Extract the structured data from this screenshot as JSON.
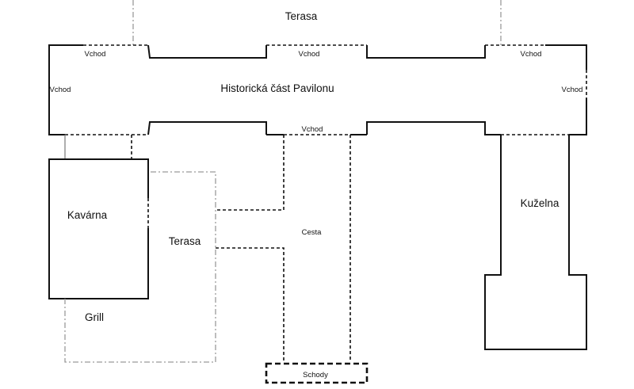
{
  "labels": {
    "terrace_top": "Terasa",
    "historic_hall": "Historická část Pavilonu",
    "entrance_top_left": "Vchod",
    "entrance_top_middle": "Vchod",
    "entrance_top_right": "Vchod",
    "entrance_left": "Vchod",
    "entrance_right": "Vchod",
    "entrance_bottom": "Vchod",
    "cafe": "Kavárna",
    "terrace_left": "Terasa",
    "grill": "Grill",
    "path": "Cesta",
    "bowling": "Kuželna",
    "stairs": "Schody"
  }
}
